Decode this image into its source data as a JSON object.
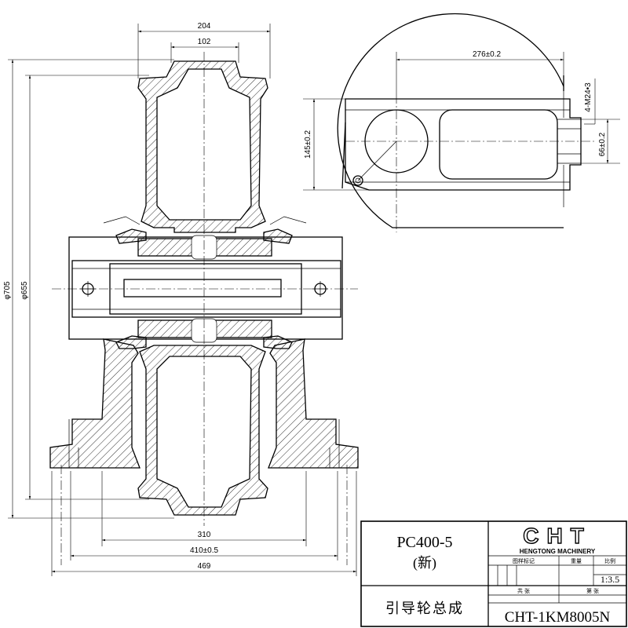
{
  "dimensions": {
    "top_width": "204",
    "top_inner": "102",
    "dia_outer": "φ705",
    "dia_inner": "φ655",
    "bottom_310": "310",
    "bottom_410": "410±0.5",
    "bottom_469": "469",
    "detail_276": "276±0.2",
    "detail_145": "145±0.2",
    "detail_66": "66±0.2",
    "detail_thread": "4-M24•3"
  },
  "title_block": {
    "model": "PC400-5",
    "model_note": "(新)",
    "part_name": "引导轮总成",
    "logo": "CHT",
    "company": "HENGTONG MACHINERY",
    "col_mark": "图样标记",
    "col_weight": "重量",
    "col_scale": "比例",
    "scale": "1:3.5",
    "sheets_total": "共 张",
    "sheet_no": "第 张",
    "drawing_no": "CHT-1KM8005N"
  }
}
